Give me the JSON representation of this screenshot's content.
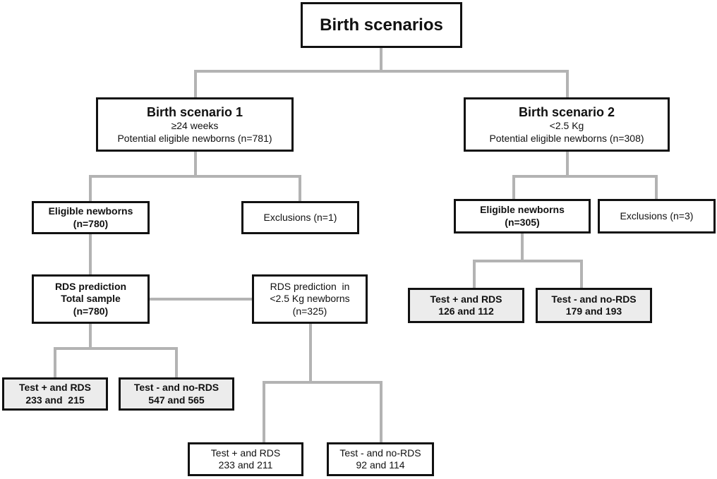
{
  "root": {
    "title": "Birth scenarios"
  },
  "scenario1": {
    "title": "Birth scenario 1",
    "criterion": "≥24 weeks",
    "potential": "Potential eligible newborns (n=781)",
    "eligible": {
      "line1": "Eligible newborns",
      "line2": "(n=780)"
    },
    "exclusions": "Exclusions (n=1)",
    "rds_total": {
      "line1": "RDS prediction",
      "line2": "Total sample",
      "line3": "(n=780)"
    },
    "rds_low": {
      "line1": "RDS prediction  in",
      "line2": "<2.5 Kg newborns",
      "line3": "(n=325)"
    },
    "total_pos": {
      "line1": "Test + and RDS",
      "line2": "233 and  215"
    },
    "total_neg": {
      "line1": "Test - and no-RDS",
      "line2": "547 and 565"
    },
    "low_pos": {
      "line1": "Test + and RDS",
      "line2": "233 and 211"
    },
    "low_neg": {
      "line1": "Test - and no-RDS",
      "line2": "92 and 114"
    }
  },
  "scenario2": {
    "title": "Birth scenario 2",
    "criterion": "<2.5 Kg",
    "potential": "Potential eligible newborns (n=308)",
    "eligible": {
      "line1": "Eligible newborns",
      "line2": "(n=305)"
    },
    "exclusions": "Exclusions (n=3)",
    "pos": {
      "line1": "Test + and RDS",
      "line2": "126 and 112"
    },
    "neg": {
      "line1": "Test - and no-RDS",
      "line2": "179 and 193"
    }
  },
  "colors": {
    "border": "#111111",
    "connector": "#b3b3b3",
    "shaded_fill": "#ececec"
  }
}
